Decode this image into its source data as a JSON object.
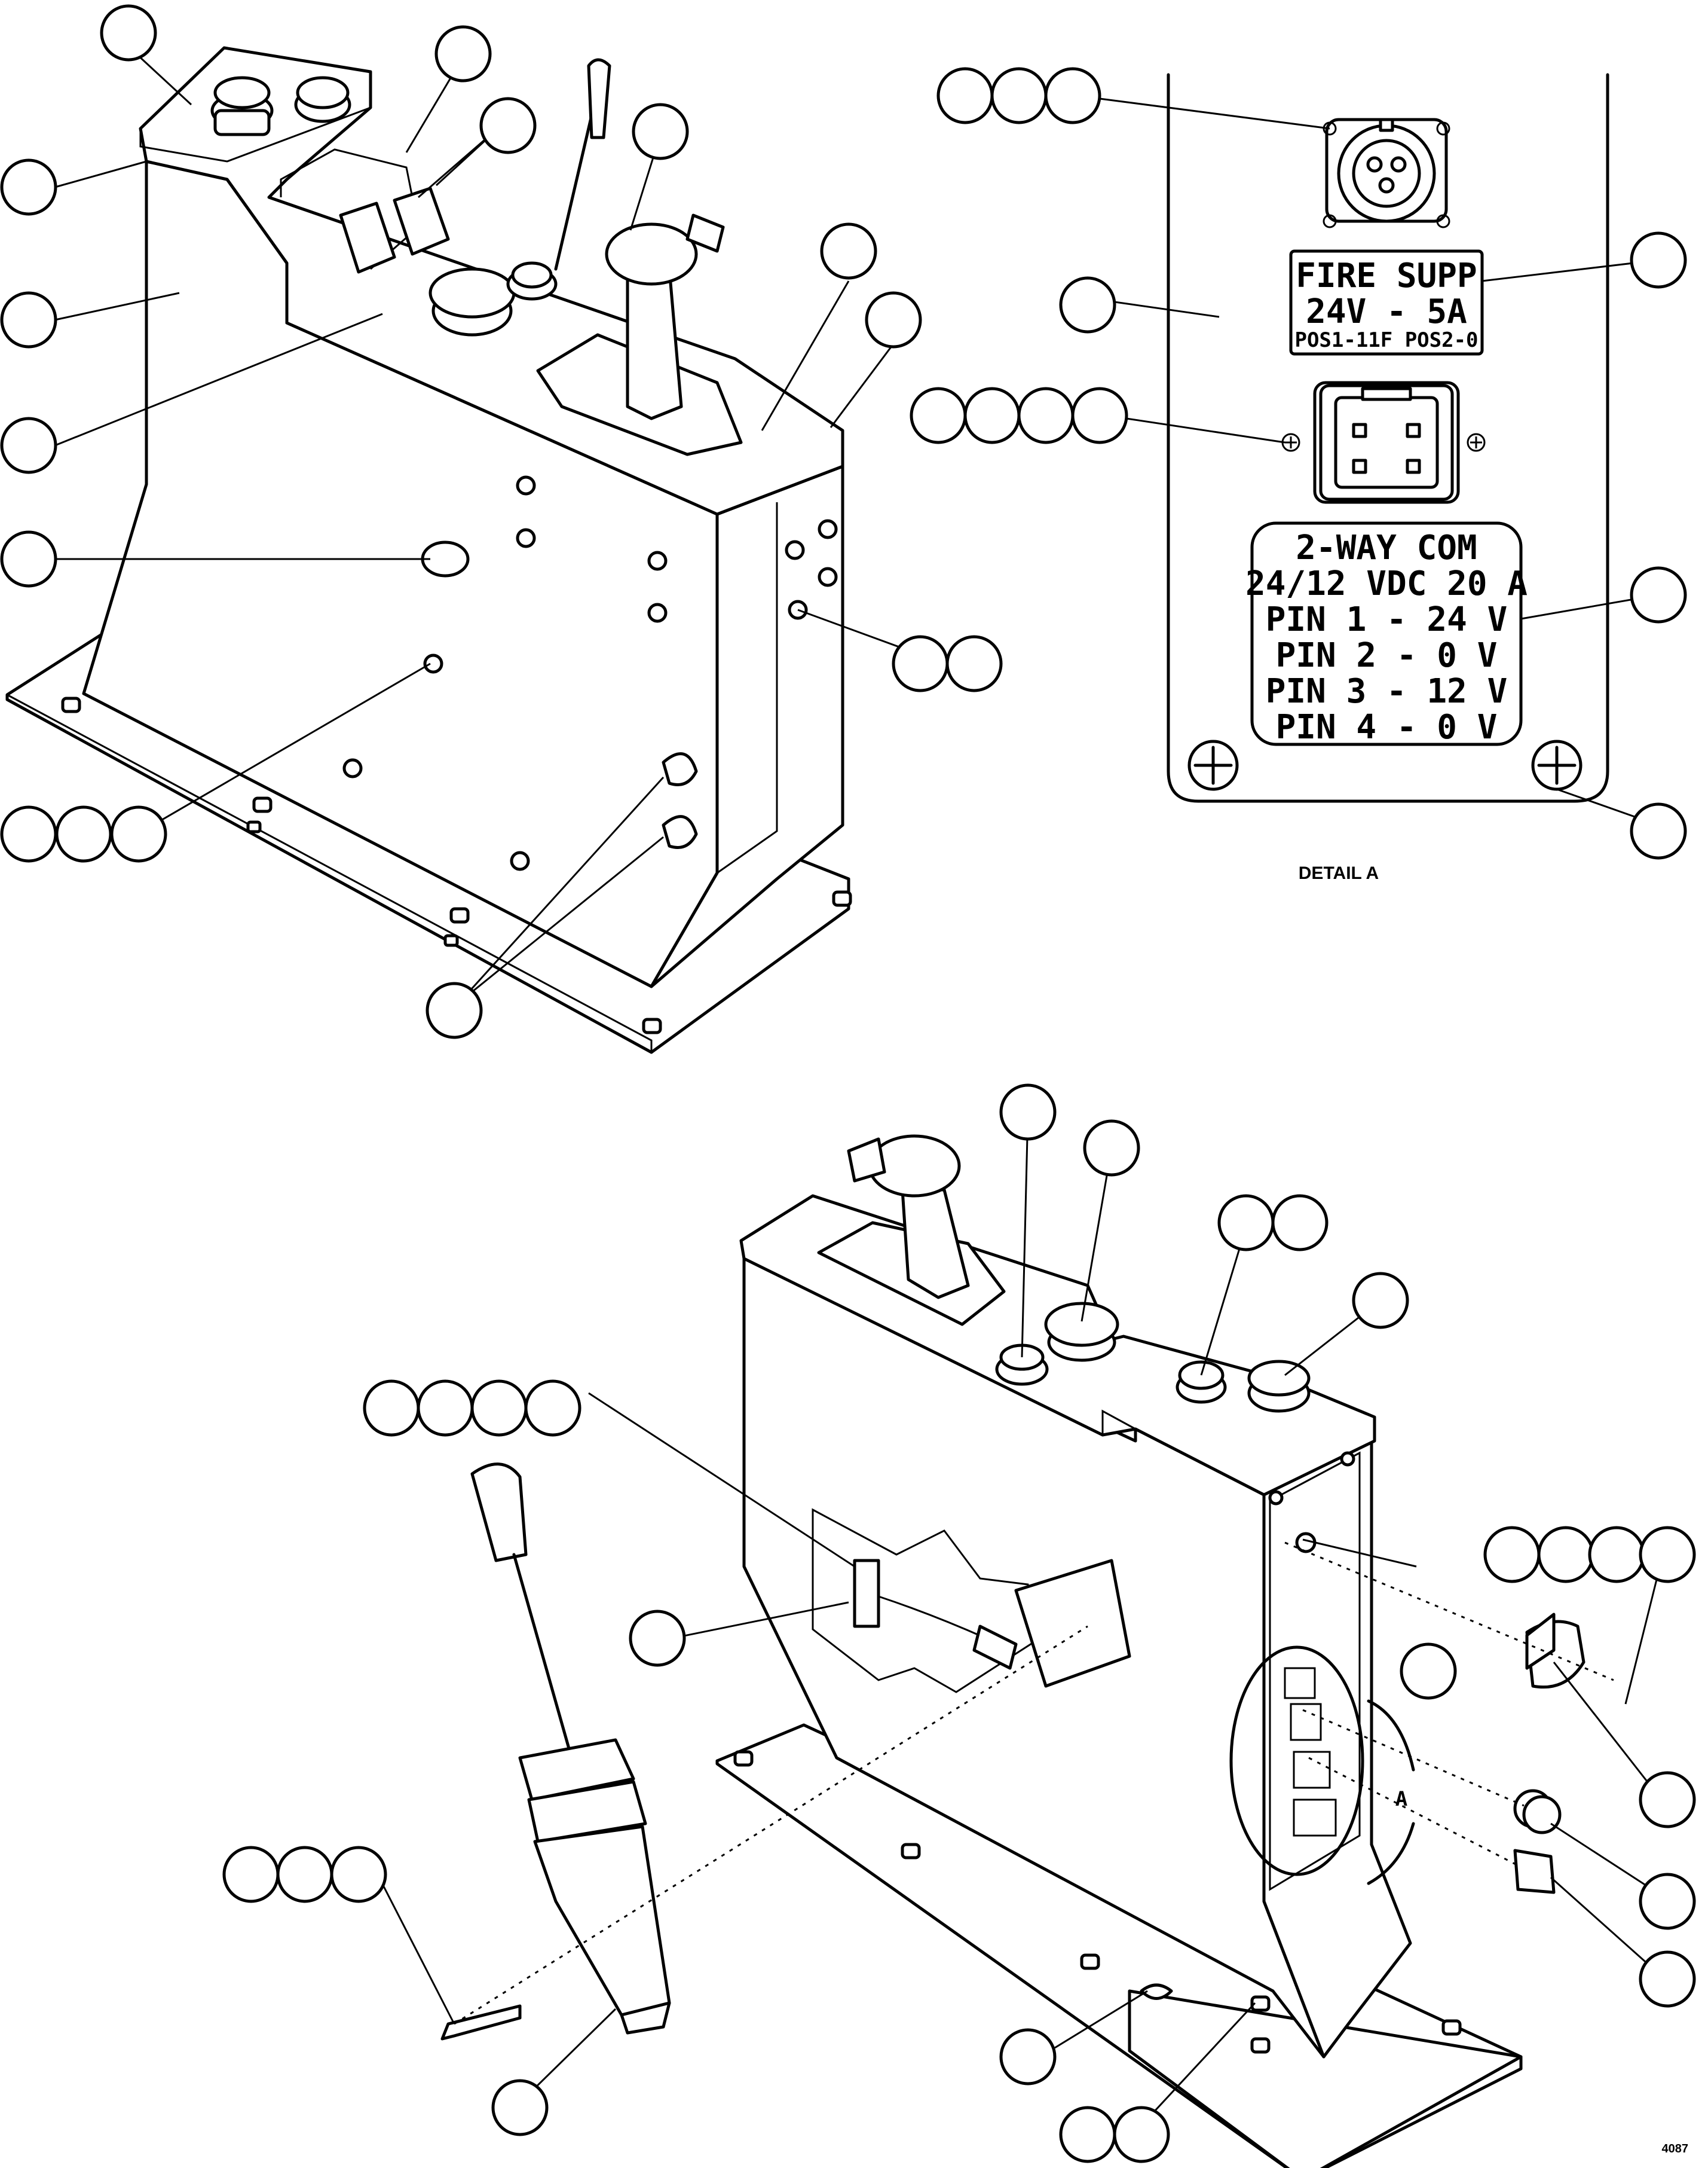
{
  "detail_panel": {
    "fire_label_line1": "FIRE SUPP",
    "fire_label_line2": "24V - 5A",
    "fire_label_line3": "POS1-11F  POS2-0",
    "com_label_line1": "2-WAY COM",
    "com_label_line2": "24/12 VDC 20 A",
    "com_label_line3": "PIN 1 - 24 V",
    "com_label_line4": "PIN 2 - 0 V",
    "com_label_line5": "PIN 3 - 12 V",
    "com_label_line6": "PIN 4 - 0 V",
    "detail_caption": "DETAIL A"
  },
  "lower_view": {
    "detail_marker": "A"
  },
  "drawing_number": "4087",
  "colors": {
    "line": "#000000",
    "background": "#ffffff"
  }
}
